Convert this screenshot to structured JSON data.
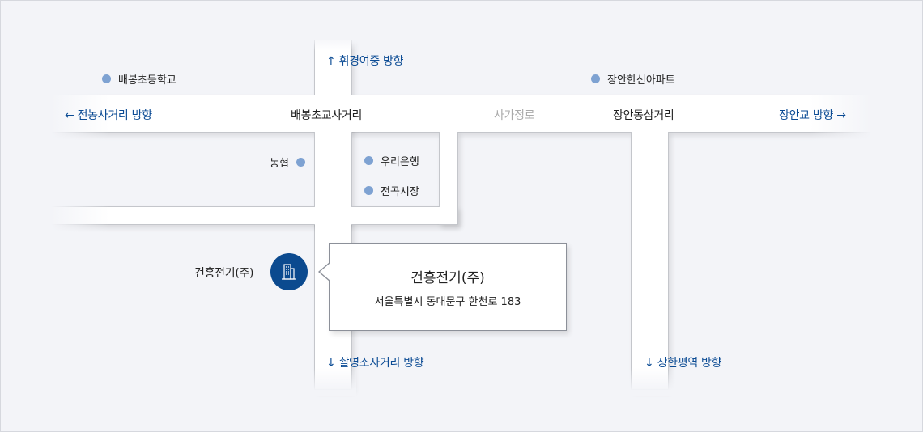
{
  "directions": {
    "north": "↑ 휘경여중 방향",
    "west": "← 전농사거리 방향",
    "east": "장안교 방향 →",
    "south_left": "↓ 촬영소사거리 방향",
    "south_right": "↓ 장한평역 방향"
  },
  "roads": {
    "intersection_left": "배봉초교사거리",
    "road_name": "사가정로",
    "intersection_right": "장안동삼거리"
  },
  "landmarks": [
    "배봉초등학교",
    "장안한신아파트",
    "농협",
    "우리은행",
    "전곡시장"
  ],
  "company": {
    "label": "건흥전기(주)",
    "name": "건흥전기(주)",
    "address": "서울특별시 동대문구 한천로 183",
    "icon": "building-icon"
  },
  "colors": {
    "accent": "#0b4a8f",
    "dot": "#7ea2d2",
    "background": "#f3f4f8"
  }
}
